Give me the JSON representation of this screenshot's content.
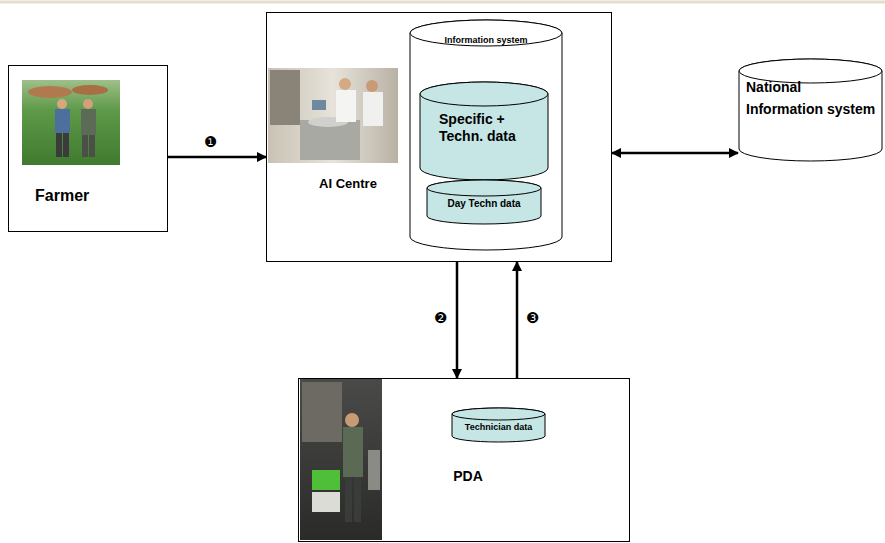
{
  "diagram": {
    "nodes": [
      {
        "text": [
          "Farmer"
        ]
      },
      {
        "text": [
          "AI Centre"
        ]
      },
      {
        "text": [
          "Information system"
        ],
        "in": 1
      },
      {
        "text": [
          "Specific + Techn. data"
        ],
        "in": 2
      },
      {
        "text": [
          "Day Techn data"
        ],
        "in": 2
      },
      {
        "text": [
          "National Information system"
        ]
      },
      {
        "text": [
          "PDA"
        ]
      },
      {
        "text": [
          "Technician data"
        ],
        "in": 6
      }
    ],
    "edges": [
      {
        "from": 0,
        "to": 1,
        "arrow": "to",
        "label": "❶"
      },
      {
        "from": 1,
        "to": 5,
        "arrow": "both"
      },
      {
        "from": 1,
        "to": 6,
        "arrow": "to",
        "label": "❷"
      },
      {
        "from": 6,
        "to": 1,
        "arrow": "to",
        "label": "❸"
      }
    ]
  }
}
